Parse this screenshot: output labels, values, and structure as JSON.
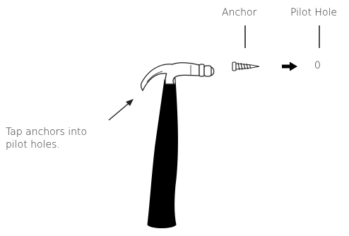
{
  "labels": {
    "anchor": "Anchor",
    "pilot_hole": "Pilot Hole",
    "hole_symbol": "0"
  },
  "caption": {
    "line1": "Tap anchors into",
    "line2": "pilot holes."
  },
  "colors": {
    "line": "#231f20",
    "handle": "#000000",
    "background": "#ffffff"
  },
  "icons": [
    "hammer-icon",
    "wall-anchor-icon",
    "right-arrow-icon"
  ]
}
